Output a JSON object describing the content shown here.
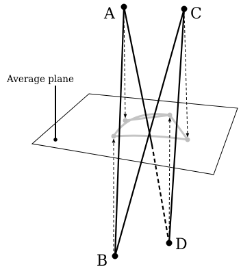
{
  "plane": {
    "label": "Average plane"
  },
  "vertices": {
    "A": {
      "label": "A"
    },
    "B": {
      "label": "B"
    },
    "C": {
      "label": "C"
    },
    "D": {
      "label": "D"
    }
  },
  "colors": {
    "ink": "#000000",
    "projection_gray": "#bdbdbd",
    "paper": "#ffffff"
  }
}
